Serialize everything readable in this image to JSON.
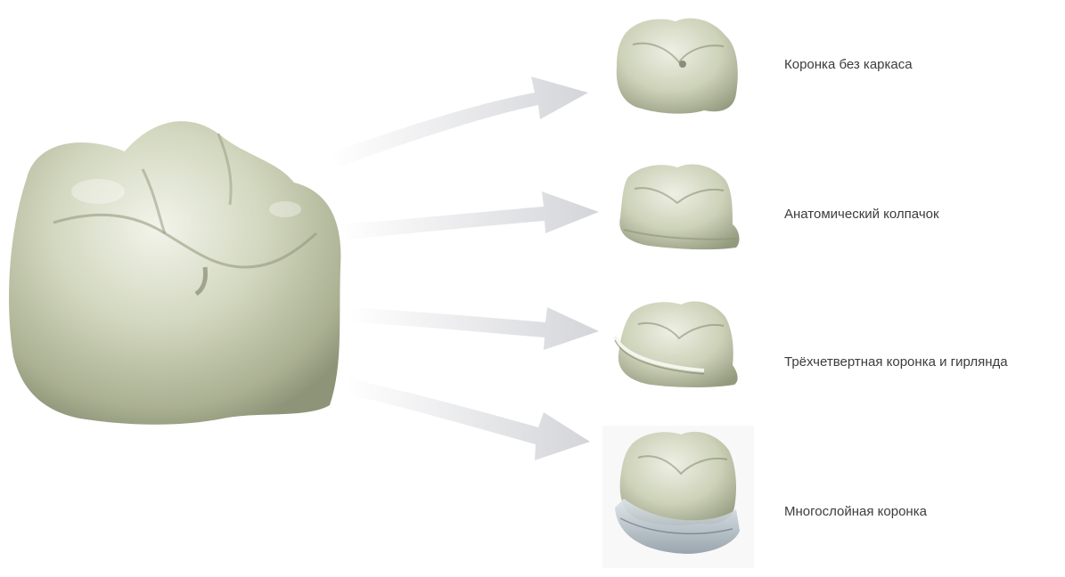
{
  "variants": [
    {
      "label": "Коронка без каркаса",
      "icon": "frameless-crown-icon"
    },
    {
      "label": "Анатомический колпачок",
      "icon": "anatomic-coping-icon"
    },
    {
      "label": "Трёхчетвертная коронка и гирлянда",
      "icon": "three-quarter-crown-icon"
    },
    {
      "label": "Многослойная коронка",
      "icon": "multilayer-crown-icon"
    }
  ],
  "colors": {
    "tooth": "#c9ceb4",
    "tooth_shadow": "#8e9478",
    "tooth_highlight": "#f2f4ea",
    "arrow": "#d4d5d9",
    "label": "#3c3c3c",
    "layer": "#b8c4cc"
  }
}
